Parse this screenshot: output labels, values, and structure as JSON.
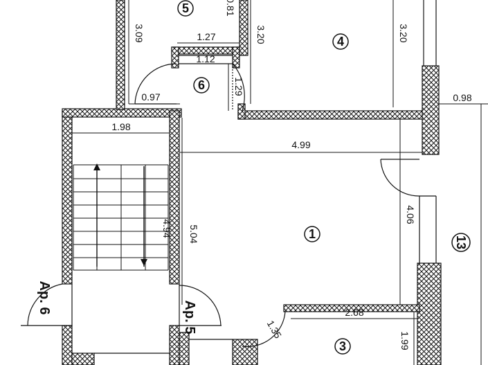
{
  "rooms": [
    {
      "id": "r1",
      "label": "1"
    },
    {
      "id": "r3",
      "label": "3"
    },
    {
      "id": "r4",
      "label": "4"
    },
    {
      "id": "r5",
      "label": "5"
    },
    {
      "id": "r6",
      "label": "6"
    },
    {
      "id": "r13",
      "label": "13"
    }
  ],
  "apartments": {
    "ap6": "Ap. 6",
    "ap5": "Ap. 5"
  },
  "dimensions": {
    "d_081": "0.81",
    "d_309": "3.09",
    "d_127": "1.27",
    "d_112": "1.12",
    "d_320a": "3.20",
    "d_320b": "3.20",
    "d_129": "1.29",
    "d_097": "0.97",
    "d_098": "0.98",
    "d_198": "1.98",
    "d_499": "4.99",
    "d_504": "5.04",
    "d_494": "4.94",
    "d_406": "4.06",
    "d_268": "2.68",
    "d_135": "1.35",
    "d_199": "1.99"
  }
}
